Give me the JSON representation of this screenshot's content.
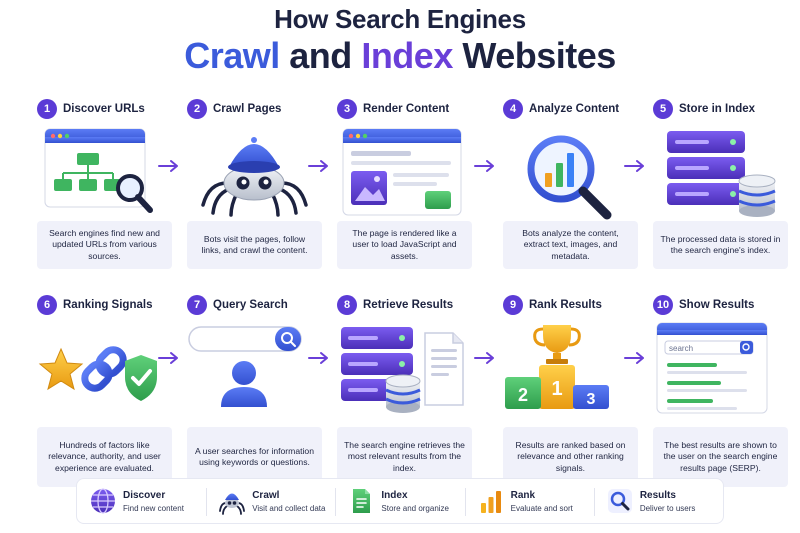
{
  "title": {
    "line1": "How Search Engines",
    "line2_a": "Crawl",
    "line2_b": "and",
    "line2_c": "Index",
    "line2_d": "Websites"
  },
  "colors": {
    "accent_blue": "#3b5bdb",
    "accent_purple": "#6a3fd8",
    "dark": "#1d2340",
    "desc_bg": "#f0f1fa"
  },
  "steps": [
    {
      "num": "1",
      "title": "Discover URLs",
      "desc": "Search engines find new and updated URLs from various sources.",
      "icon": "sitemap-browser-magnifier-icon"
    },
    {
      "num": "2",
      "title": "Crawl Pages",
      "desc": "Bots visit the pages, follow links, and crawl the content.",
      "icon": "spider-robot-icon"
    },
    {
      "num": "3",
      "title": "Render Content",
      "desc": "The page is rendered like a user to load JavaScript and assets.",
      "icon": "rendered-page-icon"
    },
    {
      "num": "4",
      "title": "Analyze Content",
      "desc": "Bots analyze the content, extract text, images, and metadata.",
      "icon": "magnifier-chart-icon"
    },
    {
      "num": "5",
      "title": "Store in Index",
      "desc": "The processed data is stored in the search engine's index.",
      "icon": "server-database-icon"
    },
    {
      "num": "6",
      "title": "Ranking Signals",
      "desc": "Hundreds of factors like relevance, authority, and user experience are evaluated.",
      "icon": "star-link-shield-icon"
    },
    {
      "num": "7",
      "title": "Query Search",
      "desc": "A user searches for information using keywords or questions.",
      "icon": "search-bar-user-icon"
    },
    {
      "num": "8",
      "title": "Retrieve Results",
      "desc": "The search engine retrieves the most relevant results from the index.",
      "icon": "server-document-icon"
    },
    {
      "num": "9",
      "title": "Rank Results",
      "desc": "Results are ranked based on relevance and other ranking signals.",
      "icon": "podium-trophy-icon"
    },
    {
      "num": "10",
      "title": "Show Results",
      "desc": "The best results are shown to the user on the search engine results page (SERP).",
      "icon": "serp-browser-icon"
    }
  ],
  "serp_search_text": "search",
  "podium": {
    "first": "1",
    "second": "2",
    "third": "3"
  },
  "legend": [
    {
      "title": "Discover",
      "sub": "Find new content",
      "icon": "globe-icon"
    },
    {
      "title": "Crawl",
      "sub": "Visit and collect data",
      "icon": "spider-icon"
    },
    {
      "title": "Index",
      "sub": "Store and organize",
      "icon": "document-icon"
    },
    {
      "title": "Rank",
      "sub": "Evaluate and sort",
      "icon": "bar-chart-icon"
    },
    {
      "title": "Results",
      "sub": "Deliver to users",
      "icon": "search-icon"
    }
  ]
}
